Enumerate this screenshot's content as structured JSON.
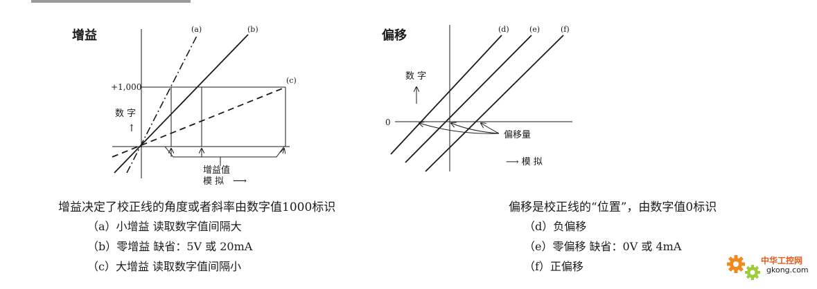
{
  "gain_diagram": {
    "title": "增益",
    "curve_a": "(a)",
    "curve_b": "(b)",
    "curve_c": "(c)",
    "y_tick": "+1,000",
    "digital_label": "数 字",
    "up_arrow": "↑",
    "gain_value_label": "增益值",
    "analog_label": "模 拟",
    "right_arrow": "⟶"
  },
  "offset_diagram": {
    "title": "偏移",
    "curve_d": "(d)",
    "curve_e": "(e)",
    "curve_f": "(f)",
    "digital_label": "数 字",
    "up_arrow": "↑",
    "zero_tick": "0",
    "offset_amount_label": "偏移量",
    "analog_label": "⟶ 模 拟"
  },
  "gain_text": {
    "caption": "增益决定了校正线的角度或者斜率由数字值1000标识",
    "items": [
      "（a）小增益  读取数字值间隔大",
      "（b）零增益  缺省：5V 或 20mA",
      "（c）大增益  读取数字值间隔小"
    ]
  },
  "offset_text": {
    "caption": "偏移是校正线的“位置”，由数字值0标识",
    "items": [
      "（d）负偏移",
      "（e）零偏移    缺省：0V 或 4mA",
      "（f）正偏移"
    ]
  },
  "watermark": {
    "cn": "中华工控网",
    "en": "gkong.com"
  }
}
